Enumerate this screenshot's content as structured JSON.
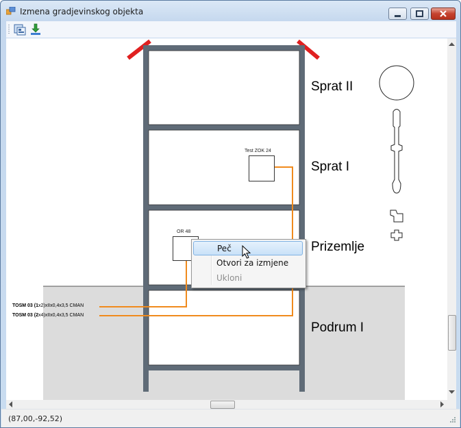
{
  "window": {
    "title": "Izmena gradjevinskog objekta",
    "status": "(87,00,-92,52)"
  },
  "toolbar": {
    "buttons": [
      {
        "icon": "properties-icon"
      },
      {
        "icon": "download-icon"
      }
    ]
  },
  "floors": [
    {
      "label": "Sprat II"
    },
    {
      "label": "Sprat I"
    },
    {
      "label": "Prizemlje"
    },
    {
      "label": "Podrum I"
    }
  ],
  "objects": [
    {
      "label": "Test ZOK 24"
    },
    {
      "label": "OR 48"
    }
  ],
  "cables": [
    {
      "bold": "TOSM 03 (1",
      "rest": "x2)xIIx0,4x3,5 CMAN"
    },
    {
      "bold": "TOSM 03 (2",
      "rest": "x4)xIIx0,4x3,5 CMAN"
    }
  ],
  "context_menu": {
    "items": [
      {
        "label": "Peč",
        "state": "highlighted"
      },
      {
        "label": "Otvori za izmjene",
        "state": "enabled"
      },
      {
        "label": "Ukloni",
        "state": "disabled"
      }
    ]
  },
  "colors": {
    "cable": "#f08a1c",
    "building_frame": "#5f6b77",
    "underground": "#dcdcdc",
    "roof_marker": "#e02020"
  }
}
